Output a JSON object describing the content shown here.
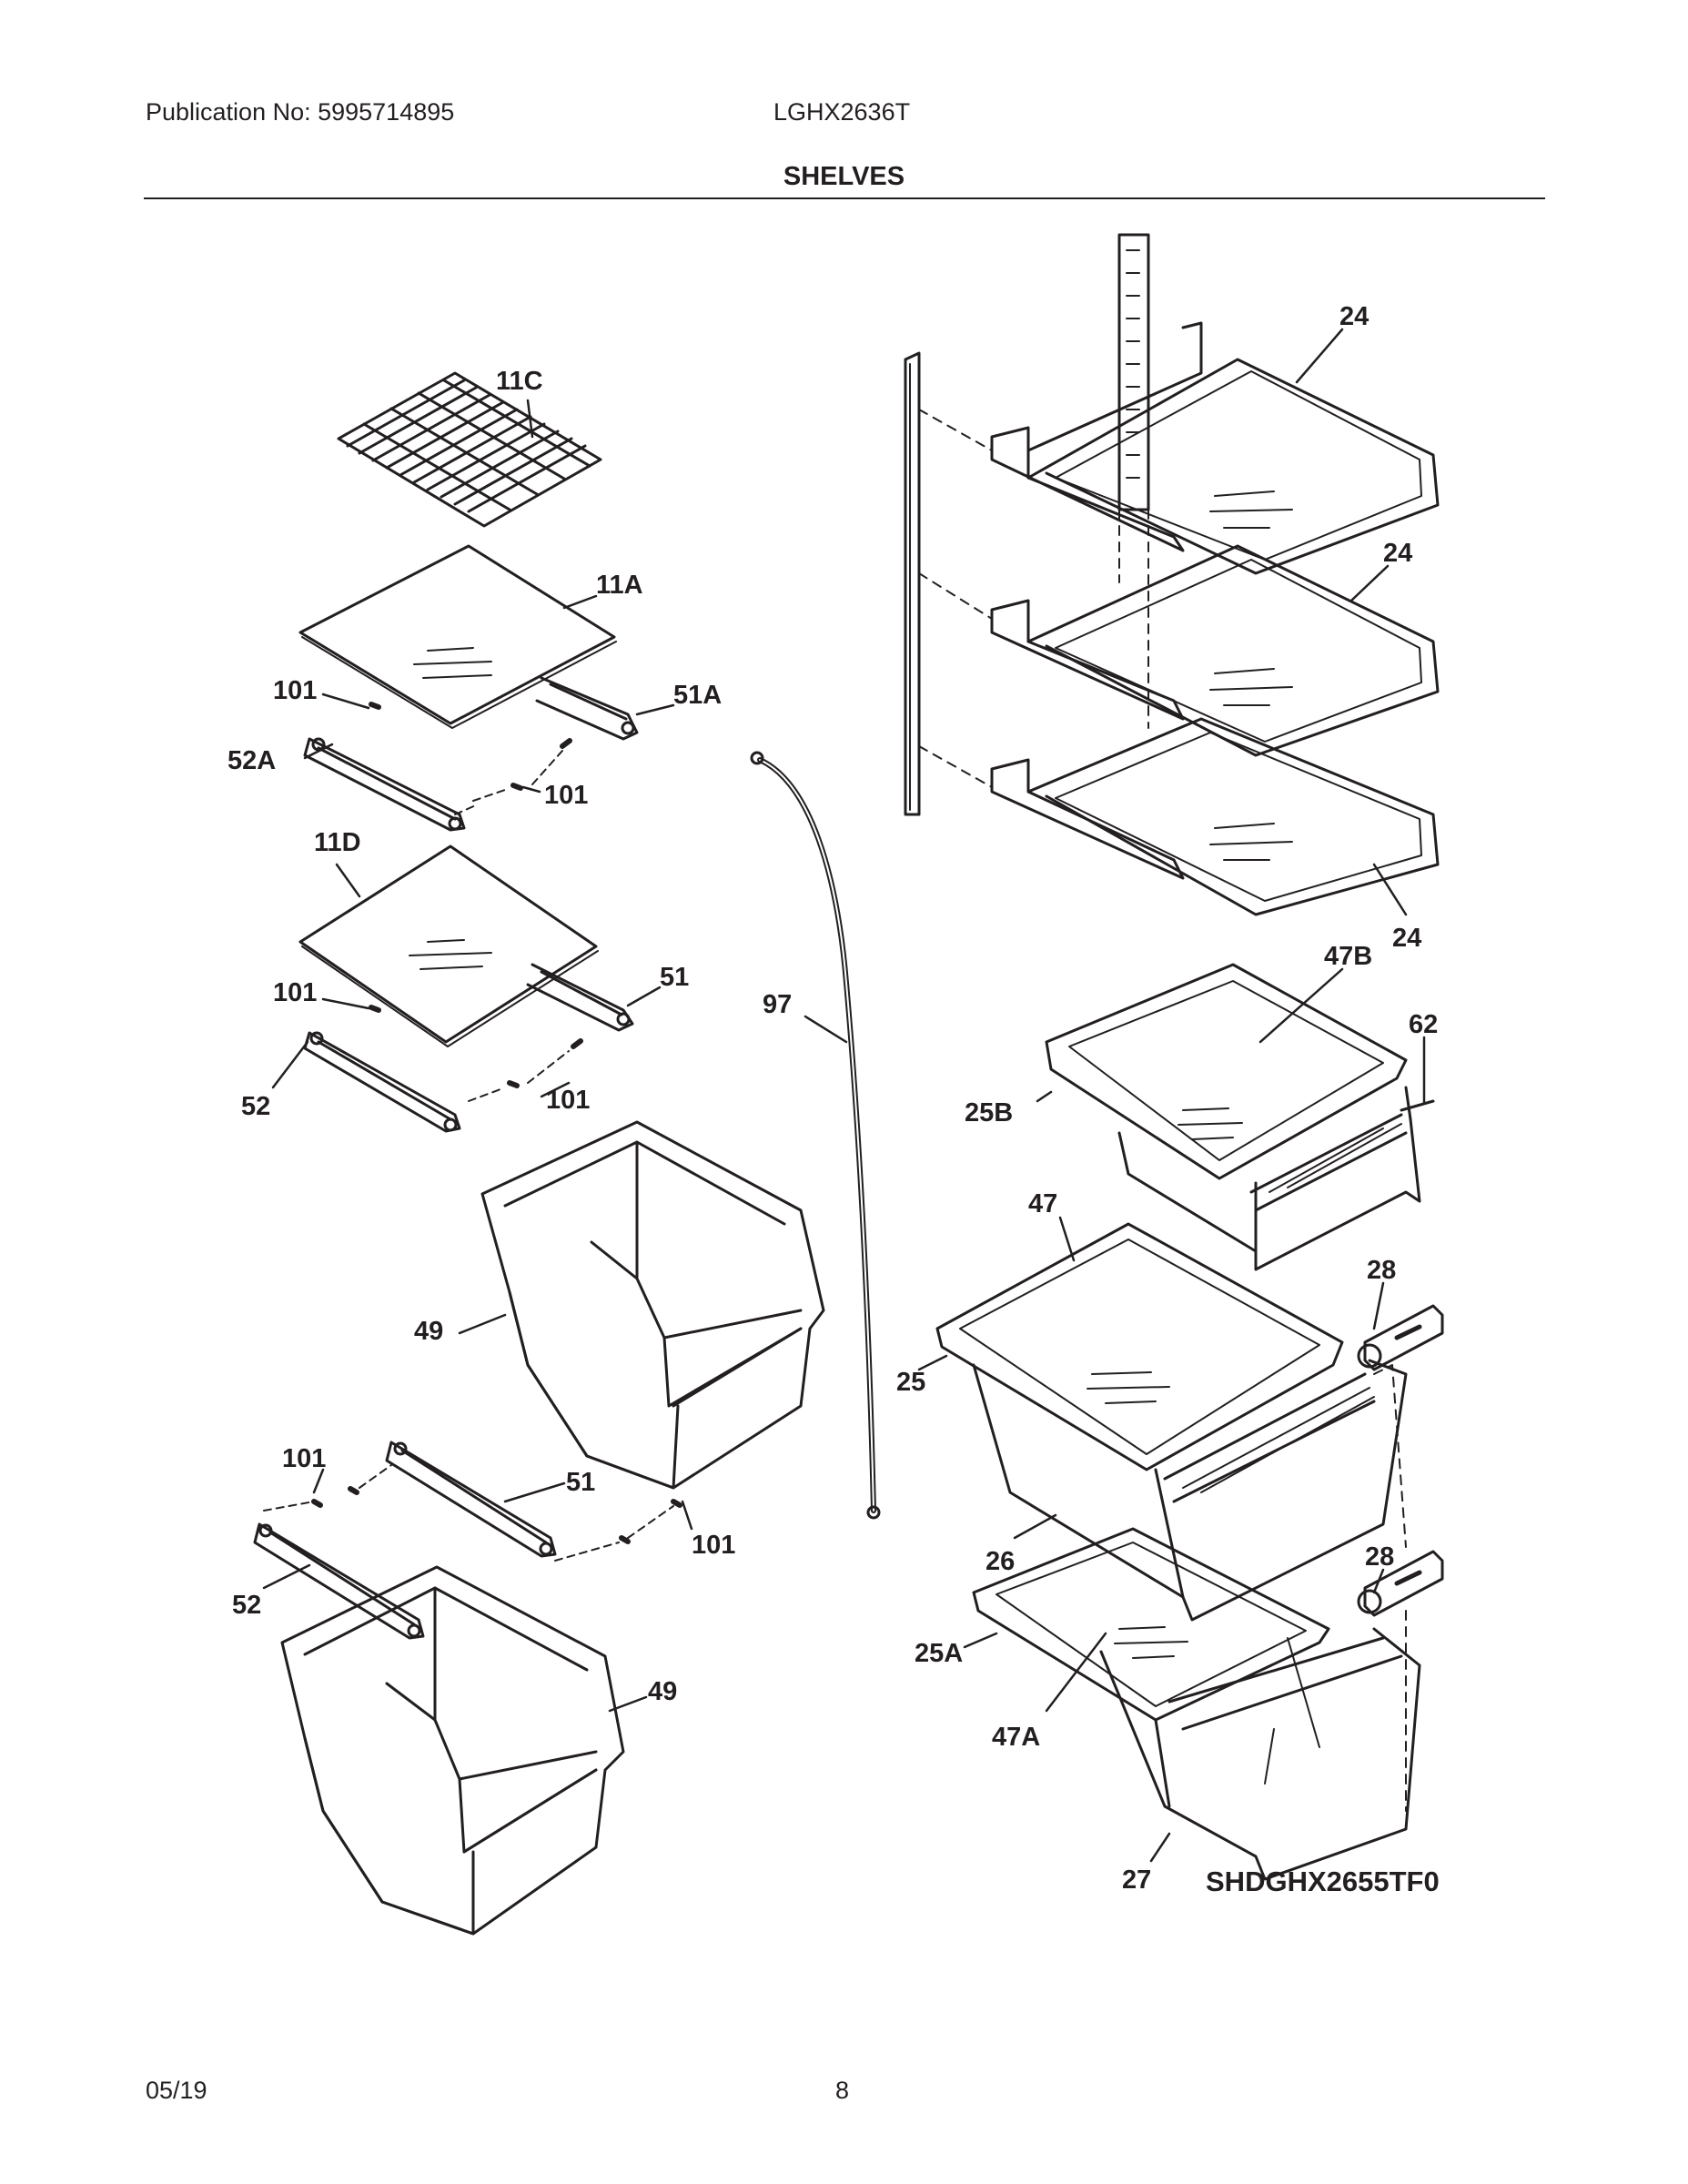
{
  "header": {
    "publication": "Publication No: 5995714895",
    "model": "LGHX2636T",
    "title": "SHELVES"
  },
  "footer": {
    "date": "05/19",
    "page": "8"
  },
  "diagram": {
    "code": "SHDGHX2655TF0",
    "labels": {
      "l11c": "11C",
      "l11a": "11A",
      "l101a": "101",
      "l51a": "51A",
      "l52a": "52A",
      "l101b": "101",
      "l11d": "11D",
      "l101c": "101",
      "l51b": "51",
      "l52b": "52",
      "l101d": "101",
      "l97": "97",
      "l49a": "49",
      "l101e": "101",
      "l51c": "51",
      "l101f": "101",
      "l52c": "52",
      "l49b": "49",
      "l24a": "24",
      "l24b": "24",
      "l24c": "24",
      "l47b": "47B",
      "l62": "62",
      "l25b": "25B",
      "l47": "47",
      "l28a": "28",
      "l25": "25",
      "l26": "26",
      "l28b": "28",
      "l25a": "25A",
      "l47a": "47A",
      "l27": "27"
    }
  }
}
